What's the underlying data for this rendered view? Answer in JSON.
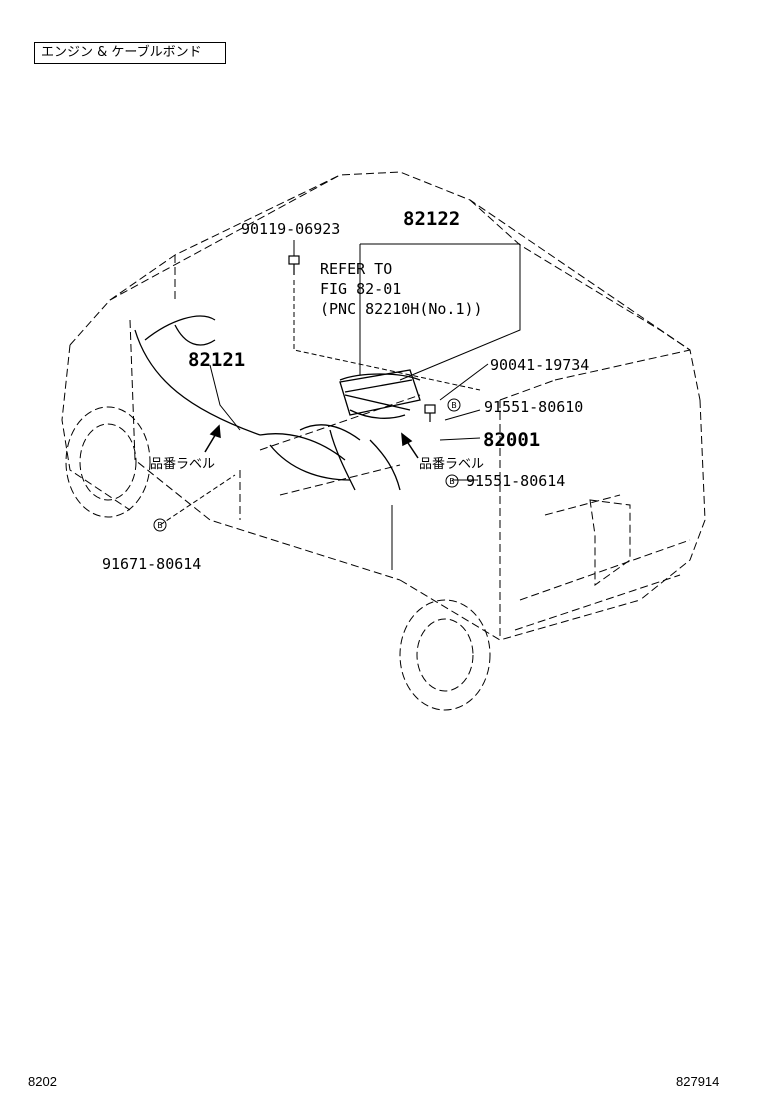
{
  "title": "エンジン & ケーブルボンド",
  "callouts": {
    "p82122": "82122",
    "p90119": "90119-06923",
    "refer_line1": "REFER TO",
    "refer_line2": "FIG 82-01",
    "refer_line3": "(PNC 82210H(No.1))",
    "p82121": "82121",
    "p90041": "90041-19734",
    "p91551_610": "91551-80610",
    "p82001": "82001",
    "label_left": "品番ラベル",
    "label_right": "品番ラベル",
    "p91551_614": "91551-80614",
    "p91671": "91671-80614",
    "b_mark": "B"
  },
  "footer": {
    "left": "8202",
    "right": "827914"
  }
}
